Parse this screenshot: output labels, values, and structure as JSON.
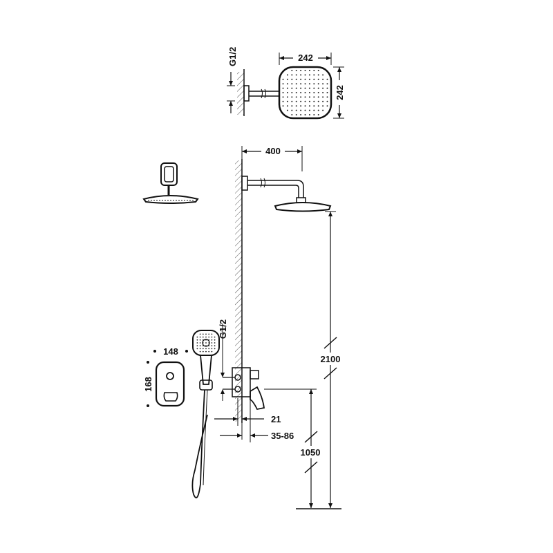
{
  "dimensions": {
    "head_width": "242",
    "head_height": "242",
    "connection_top": "G1/2",
    "arm_length": "400",
    "head_height_floor": "2100",
    "connection_valve": "G1/2",
    "handshower_length": "148",
    "plate_height": "168",
    "valve_depth": "21",
    "wall_range": "35-86",
    "valve_height_floor": "1050"
  }
}
